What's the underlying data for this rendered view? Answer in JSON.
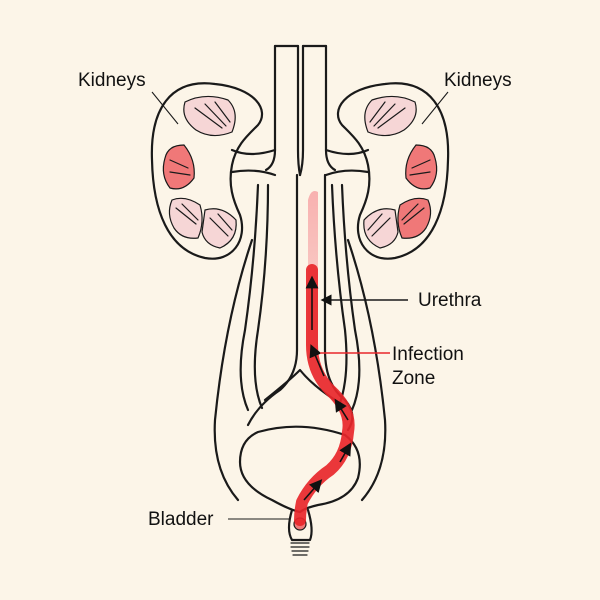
{
  "labels": {
    "kidneys_left": "Kidneys",
    "kidneys_right": "Kidneys",
    "urethra": "Urethra",
    "infection_line1": "Infection",
    "infection_line2": "Zone",
    "bladder": "Bladder"
  },
  "colors": {
    "background": "#fcf5e8",
    "outline": "#1a1a1a",
    "infection_red": "#e8262a",
    "infection_pink": "#f7a9a9",
    "kidney_light": "#f6d6d6",
    "kidney_dark": "#f07878"
  }
}
